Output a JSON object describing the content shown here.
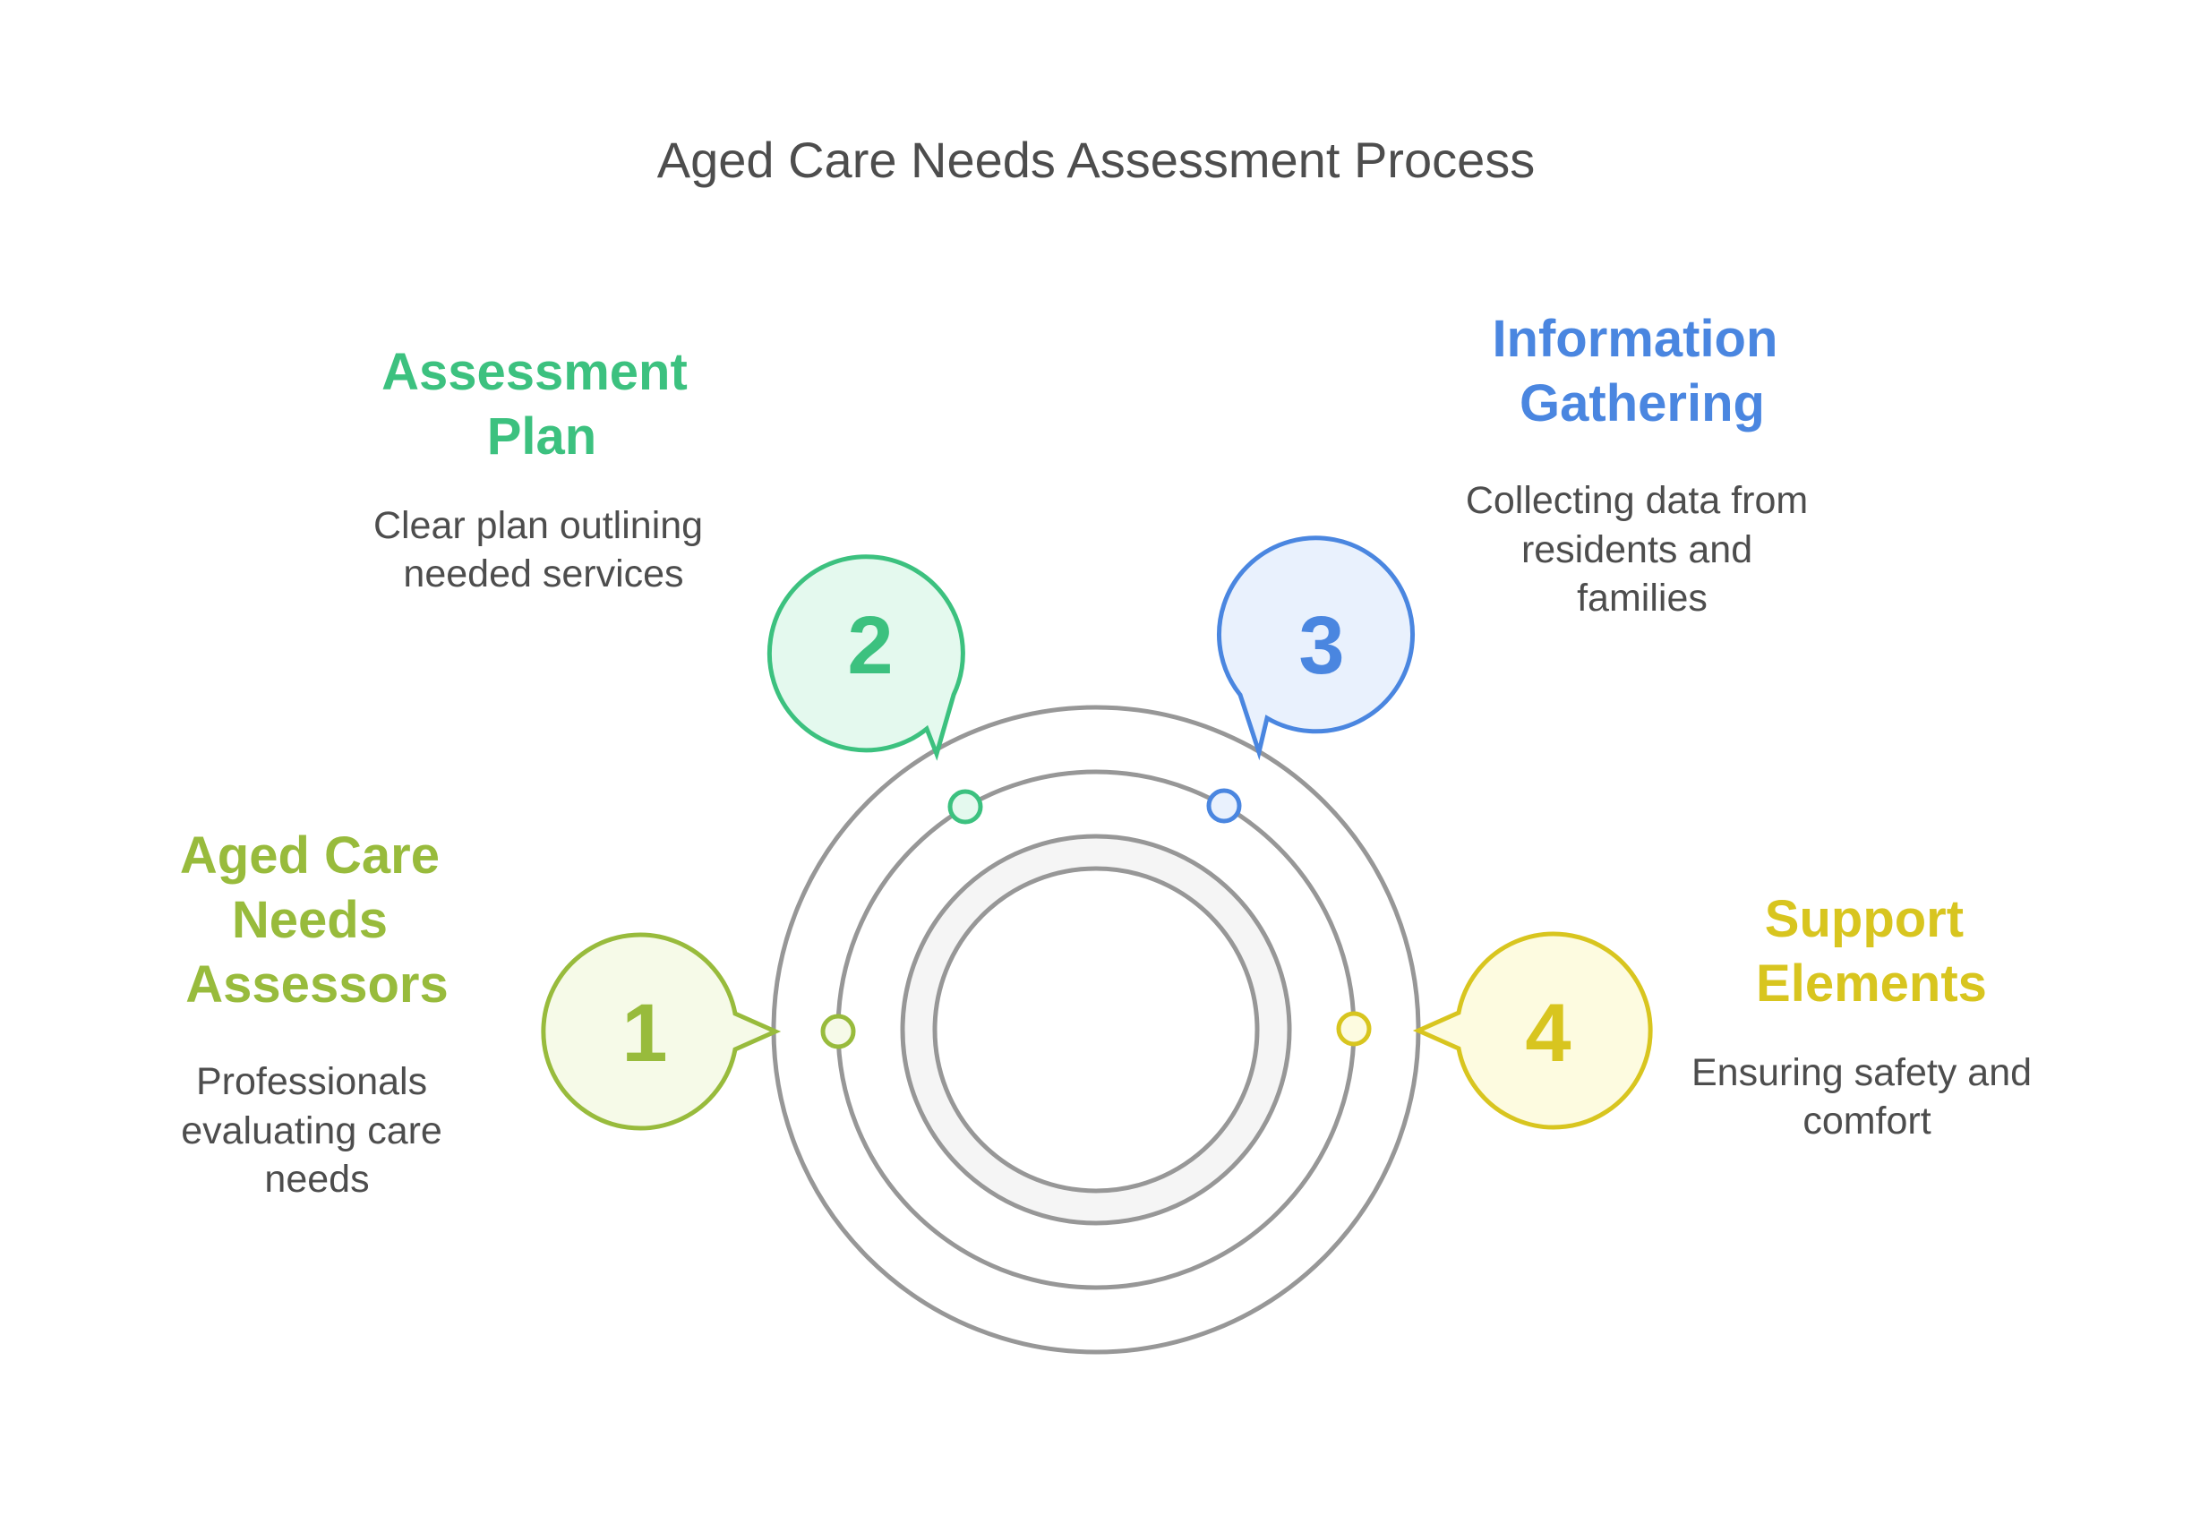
{
  "title": "Aged Care Needs Assessment Process",
  "steps": [
    {
      "number": "1",
      "title_lines": [
        "Aged Care",
        "Needs",
        "Assessors"
      ],
      "desc_lines": [
        "Professionals",
        "evaluating care",
        "needs"
      ],
      "color": "#98bb3c",
      "fill": "#f6fae8"
    },
    {
      "number": "2",
      "title_lines": [
        "Assessment",
        "Plan"
      ],
      "desc_lines": [
        "Clear plan outlining",
        "needed services"
      ],
      "color": "#3cc17f",
      "fill": "#e4f9ee"
    },
    {
      "number": "3",
      "title_lines": [
        "Information",
        "Gathering"
      ],
      "desc_lines": [
        "Collecting data from",
        "residents and",
        "families"
      ],
      "color": "#4a86e0",
      "fill": "#e9f1fd"
    },
    {
      "number": "4",
      "title_lines": [
        "Support",
        "Elements"
      ],
      "desc_lines": [
        "Ensuring safety and",
        "comfort"
      ],
      "color": "#d8c51f",
      "fill": "#fdfbe0"
    }
  ],
  "ring_color": "#979797",
  "inner_fill": "#f5f5f5"
}
